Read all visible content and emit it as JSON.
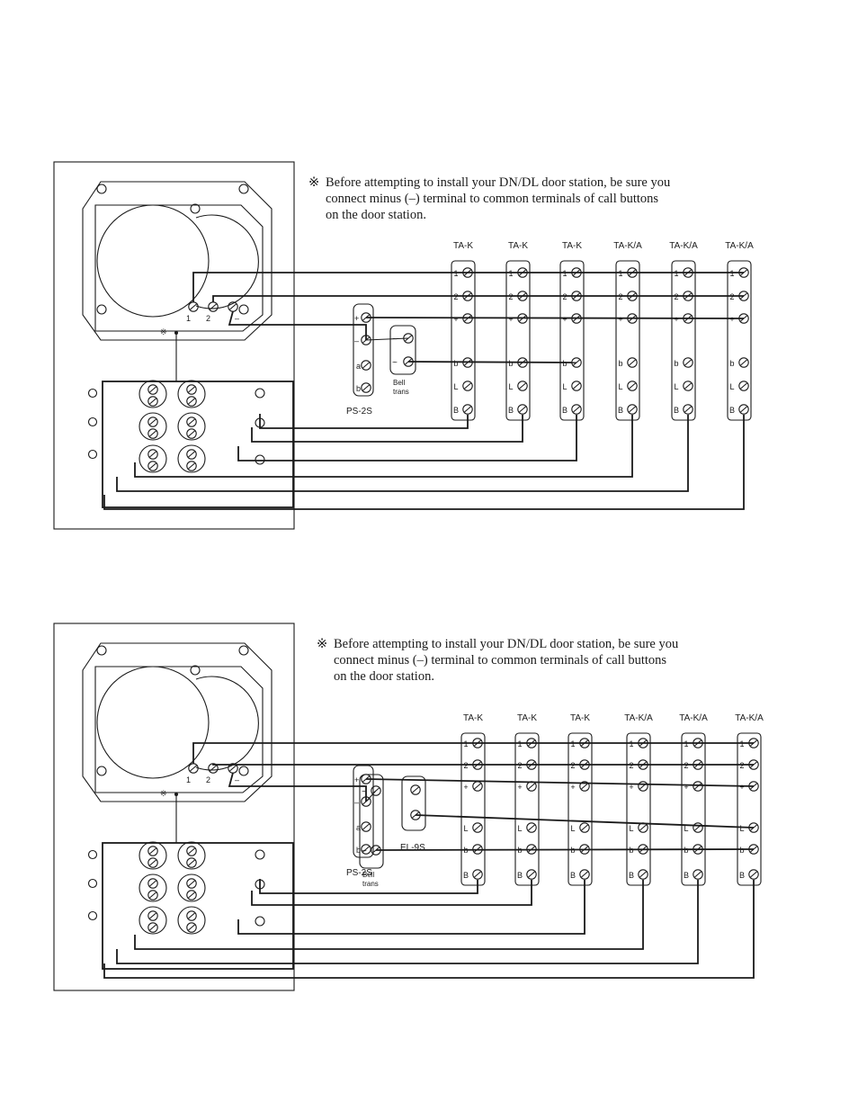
{
  "diagrams": [
    {
      "note": {
        "mark": "※",
        "lines": [
          "Before attempting to install your DN/DL door station, be sure you",
          "connect minus (–) terminal to common terminals of call buttons",
          "on the door station."
        ]
      },
      "speaker_terminals": [
        "1",
        "2",
        "–"
      ],
      "ps_label": "PS-2S",
      "ps_terminals": [
        "+",
        "–",
        "a",
        "b"
      ],
      "bell_label": [
        "Bell",
        "trans"
      ],
      "bell_terminals": [
        "~",
        "~"
      ],
      "units": [
        {
          "label": "TA-K",
          "terminals": [
            "1",
            "2",
            "+",
            "b",
            "L",
            "B"
          ]
        },
        {
          "label": "TA-K",
          "terminals": [
            "1",
            "2",
            "+",
            "b",
            "L",
            "B"
          ]
        },
        {
          "label": "TA-K",
          "terminals": [
            "1",
            "2",
            "+",
            "b",
            "L",
            "B"
          ]
        },
        {
          "label": "TA-K/A",
          "terminals": [
            "1",
            "2",
            "+",
            "b",
            "L",
            "B"
          ]
        },
        {
          "label": "TA-K/A",
          "terminals": [
            "1",
            "2",
            "+",
            "b",
            "L",
            "B"
          ]
        },
        {
          "label": "TA-K/A",
          "terminals": [
            "1",
            "2",
            "+",
            "b",
            "L",
            "B"
          ]
        }
      ]
    },
    {
      "note": {
        "mark": "※",
        "lines": [
          "Before attempting to install your DN/DL door station, be sure you",
          "connect minus (–) terminal to common terminals of call buttons",
          "on the door station."
        ]
      },
      "speaker_terminals": [
        "1",
        "2",
        "–"
      ],
      "ps_label": "PS-2S",
      "ps_terminals": [
        "+",
        "–",
        "a",
        "b"
      ],
      "bell_label": [
        "Bell",
        "trans"
      ],
      "bell_terminals": [
        "~",
        "~"
      ],
      "el_label": "EL-9S",
      "units": [
        {
          "label": "TA-K",
          "terminals": [
            "1",
            "2",
            "+",
            "L",
            "b",
            "B"
          ]
        },
        {
          "label": "TA-K",
          "terminals": [
            "1",
            "2",
            "+",
            "L",
            "b",
            "B"
          ]
        },
        {
          "label": "TA-K",
          "terminals": [
            "1",
            "2",
            "+",
            "L",
            "b",
            "B"
          ]
        },
        {
          "label": "TA-K/A",
          "terminals": [
            "1",
            "2",
            "+",
            "L",
            "b",
            "B"
          ]
        },
        {
          "label": "TA-K/A",
          "terminals": [
            "1",
            "2",
            "+",
            "L",
            "b",
            "B"
          ]
        },
        {
          "label": "TA-K/A",
          "terminals": [
            "1",
            "2",
            "+",
            "L",
            "b",
            "B"
          ]
        }
      ]
    }
  ]
}
